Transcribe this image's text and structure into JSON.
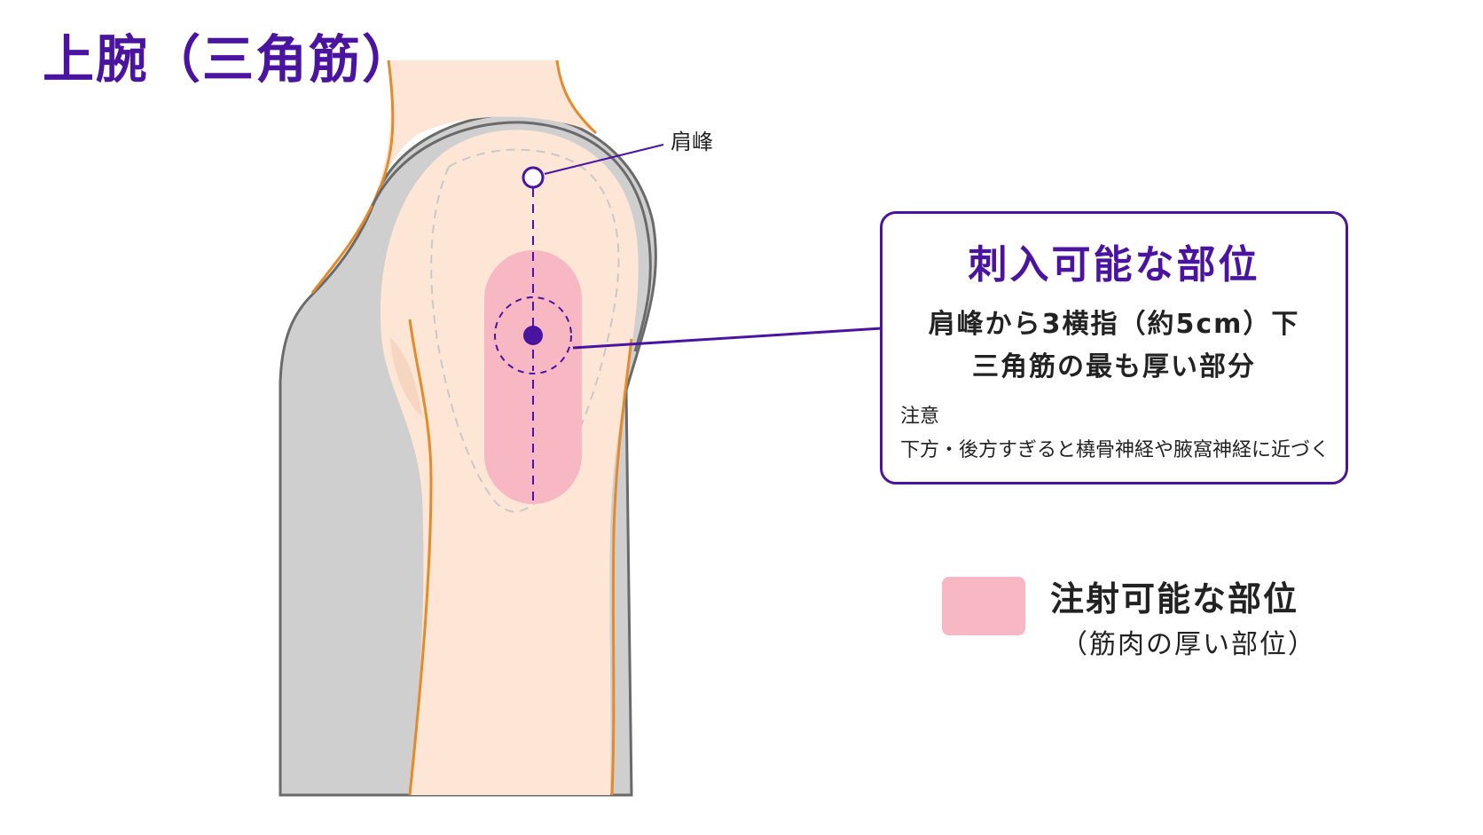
{
  "title": "上腕（三角筋）",
  "landmark": {
    "label": "肩峰"
  },
  "info_box": {
    "title": "刺入可能な部位",
    "line1": "肩峰から3横指（約5cm）下",
    "line2": "三角筋の最も厚い部分",
    "note_label": "注意",
    "note_text": "下方・後方すぎると橈骨神経や腋窩神経に近づく"
  },
  "legend": {
    "title": "注射可能な部位",
    "subtitle": "（筋肉の厚い部位）"
  },
  "colors": {
    "accent": "#4a14a0",
    "injection_zone": "#f7b8c4",
    "skin": "#fde6d6",
    "shirt": "#cfcfcf",
    "outline_orange": "#e48a2a",
    "outline_gray": "#6a6a6a"
  }
}
